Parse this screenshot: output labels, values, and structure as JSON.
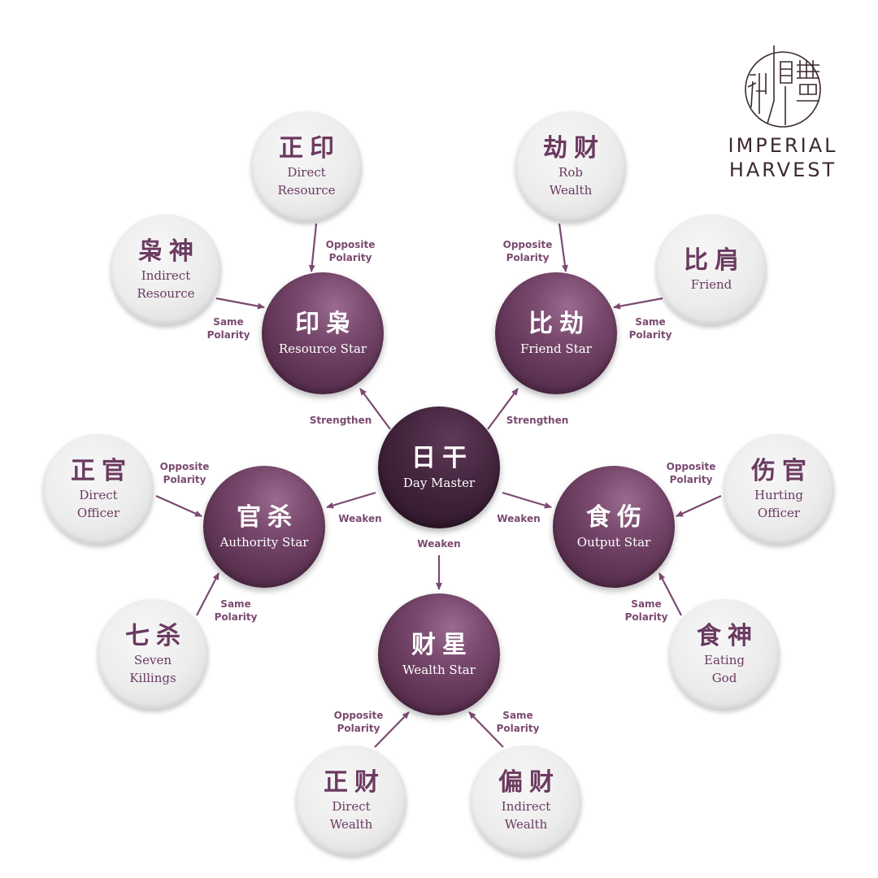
{
  "logo": {
    "mark_chinese": "御鼎豐",
    "line1": "IMPERIAL",
    "line2": "HARVEST"
  },
  "colors": {
    "accent": "#7b4a70",
    "star_fill": "#5e3353",
    "center_fill": "#32192d",
    "outer_fill": "#ececec",
    "outer_text": "#6b3a60"
  },
  "center": {
    "zh": "日干",
    "en": "Day Master"
  },
  "stars": [
    {
      "id": "resource",
      "zh": "印枭",
      "en": "Resource Star"
    },
    {
      "id": "friend",
      "zh": "比劫",
      "en": "Friend Star"
    },
    {
      "id": "authority",
      "zh": "官杀",
      "en": "Authority Star"
    },
    {
      "id": "output",
      "zh": "食伤",
      "en": "Output Star"
    },
    {
      "id": "wealth",
      "zh": "财星",
      "en": "Wealth Star"
    }
  ],
  "gods": [
    {
      "id": "direct-resource",
      "zh": "正印",
      "en1": "Direct",
      "en2": "Resource"
    },
    {
      "id": "indirect-resource",
      "zh": "枭神",
      "en1": "Indirect",
      "en2": "Resource"
    },
    {
      "id": "rob-wealth",
      "zh": "劫财",
      "en1": "Rob",
      "en2": "Wealth"
    },
    {
      "id": "friend",
      "zh": "比肩",
      "en1": "Friend",
      "en2": ""
    },
    {
      "id": "direct-officer",
      "zh": "正官",
      "en1": "Direct",
      "en2": "Officer"
    },
    {
      "id": "seven-killings",
      "zh": "七杀",
      "en1": "Seven",
      "en2": "Killings"
    },
    {
      "id": "hurting-officer",
      "zh": "伤官",
      "en1": "Hurting",
      "en2": "Officer"
    },
    {
      "id": "eating-god",
      "zh": "食神",
      "en1": "Eating",
      "en2": "God"
    },
    {
      "id": "direct-wealth",
      "zh": "正财",
      "en1": "Direct",
      "en2": "Wealth"
    },
    {
      "id": "indirect-wealth",
      "zh": "偏财",
      "en1": "Indirect",
      "en2": "Wealth"
    }
  ],
  "relations": {
    "strengthen_left": "Strengthen",
    "strengthen_right": "Strengthen",
    "weaken_left": "Weaken",
    "weaken_right": "Weaken",
    "weaken_down": "Weaken",
    "direct_resource": [
      "Opposite",
      "Polarity"
    ],
    "indirect_resource": [
      "Same",
      "Polarity"
    ],
    "rob_wealth": [
      "Opposite",
      "Polarity"
    ],
    "friend": [
      "Same",
      "Polarity"
    ],
    "direct_officer": [
      "Opposite",
      "Polarity"
    ],
    "seven_killings": [
      "Same",
      "Polarity"
    ],
    "hurting_officer": [
      "Opposite",
      "Polarity"
    ],
    "eating_god": [
      "Same",
      "Polarity"
    ],
    "direct_wealth": [
      "Opposite",
      "Polarity"
    ],
    "indirect_wealth": [
      "Same",
      "Polarity"
    ]
  }
}
